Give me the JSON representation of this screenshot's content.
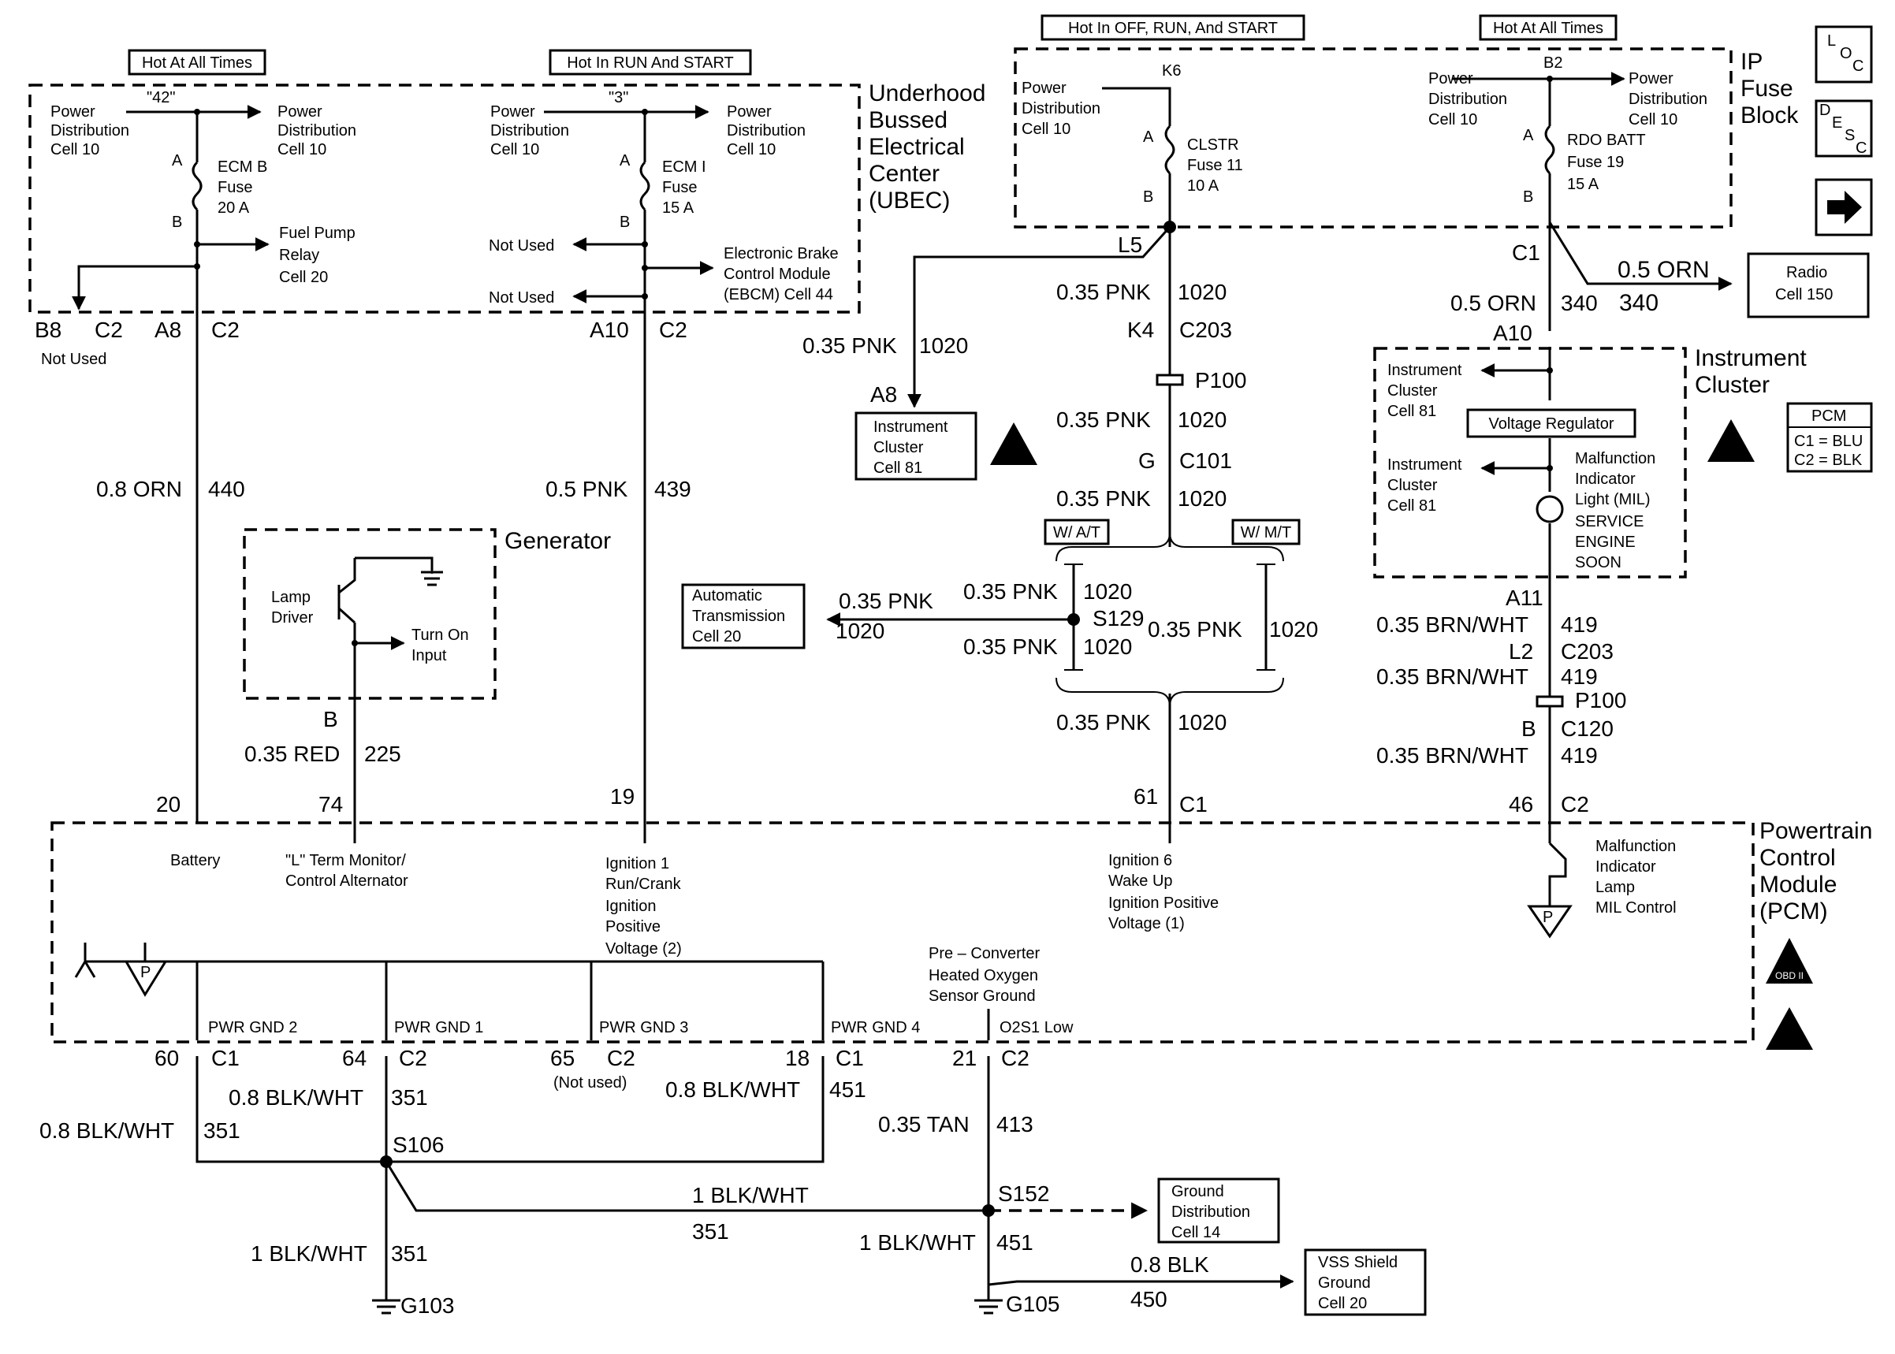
{
  "headers": {
    "ecmb": "Hot At All Times",
    "ecmi": "Hot In RUN And START",
    "clstr": "Hot In OFF, RUN, And START",
    "rdo": "Hot At All Times"
  },
  "ubec": {
    "title_lines": [
      "Underhood",
      "Bussed",
      "Electrical",
      "Center",
      "(UBEC)"
    ]
  },
  "ipfb": {
    "title_lines": [
      "IP",
      "Fuse",
      "Block"
    ]
  },
  "nav": {
    "loc": [
      "L",
      "O",
      "C"
    ],
    "desc": [
      "D",
      "E",
      "S",
      "C"
    ],
    "next_glyph": "➡"
  },
  "ecmb": {
    "splice": "\"42\"",
    "pd_left": [
      "Power",
      "Distribution",
      "Cell 10"
    ],
    "pd_right": [
      "Power",
      "Distribution",
      "Cell 10"
    ],
    "pin_a": "A",
    "pin_b": "B",
    "fuse": [
      "ECM B",
      "Fuse",
      "20 A"
    ],
    "relay": [
      "Fuel Pump",
      "Relay",
      "Cell 20"
    ],
    "b8": "B8",
    "b8_c2": "C2",
    "b8_note": "Not Used",
    "a8": "A8",
    "a8_c2": "C2",
    "wire": "0.8 ORN",
    "circuit": "440"
  },
  "ecmi": {
    "splice": "\"3\"",
    "pd_left": [
      "Power",
      "Distribution",
      "Cell 10"
    ],
    "pd_right": [
      "Power",
      "Distribution",
      "Cell 10"
    ],
    "pin_a": "A",
    "pin_b": "B",
    "fuse": [
      "ECM I",
      "Fuse",
      "15 A"
    ],
    "not_used_1": "Not Used",
    "not_used_2": "Not Used",
    "ebcm": [
      "Electronic Brake",
      "Control Module",
      "(EBCM) Cell 44"
    ],
    "a10": "A10",
    "a10_c2": "C2",
    "wire": "0.5 PNK",
    "circuit": "439"
  },
  "generator": {
    "title": "Generator",
    "lamp": [
      "Lamp",
      "Driver"
    ],
    "turn_on": [
      "Turn On",
      "Input"
    ],
    "pin": "B",
    "wire": "0.35 RED",
    "circuit": "225"
  },
  "clstr": {
    "pd": [
      "Power",
      "Distribution",
      "Cell 10"
    ],
    "k6": "K6",
    "pin_a": "A",
    "pin_b": "B",
    "fuse": [
      "CLSTR",
      "Fuse 11",
      "10 A"
    ],
    "l5": "L5",
    "wire1": "0.35 PNK",
    "circuit1": "1020",
    "k4": "K4",
    "c203": "C203",
    "p100": "P100",
    "wire2": "0.35 PNK",
    "circuit2": "1020",
    "g": "G",
    "c101": "C101",
    "wire3": "0.35 PNK",
    "circuit3": "1020",
    "branch_wire": "0.35 PNK",
    "branch_circuit": "1020",
    "a8": "A8",
    "ic": [
      "Instrument",
      "Cluster",
      "Cell 81"
    ],
    "wat": "W/ A/T",
    "wmt": "W/ M/T",
    "s129": "S129",
    "at_top_wire": "0.35 PNK",
    "at_top_circuit": "1020",
    "at_bot_wire": "0.35 PNK",
    "at_bot_circuit": "1020",
    "mt_wire": "0.35 PNK",
    "mt_circuit": "1020",
    "trans_wire": "0.35 PNK",
    "trans_circuit": "1020",
    "trans": [
      "Automatic",
      "Transmission",
      "Cell 20"
    ],
    "low_wire": "0.35 PNK",
    "low_circuit": "1020"
  },
  "rdo": {
    "b2": "B2",
    "pd_left": [
      "Power",
      "Distribution",
      "Cell 10"
    ],
    "pd_right": [
      "Power",
      "Distribution",
      "Cell 10"
    ],
    "pin_a": "A",
    "pin_b": "B",
    "fuse": [
      "RDO BATT",
      "Fuse 19",
      "15 A"
    ],
    "c1": "C1",
    "radio_wire": "0.5 ORN",
    "radio_circuit": "340",
    "radio": [
      "Radio",
      "Cell 150"
    ],
    "wire": "0.5 ORN",
    "circuit": "340",
    "a10": "A10"
  },
  "cluster": {
    "title": [
      "Instrument",
      "Cluster"
    ],
    "ic1": [
      "Instrument",
      "Cluster",
      "Cell 81"
    ],
    "vr": "Voltage Regulator",
    "ic2": [
      "Instrument",
      "Cluster",
      "Cell 81"
    ],
    "mil": [
      "Malfunction",
      "Indicator",
      "Light (MIL)",
      "SERVICE",
      "ENGINE",
      "SOON"
    ],
    "a11": "A11",
    "wire1": "0.35 BRN/WHT",
    "circuit1": "419",
    "l2": "L2",
    "c203": "C203",
    "wire2": "0.35 BRN/WHT",
    "circuit2": "419",
    "p100": "P100",
    "b": "B",
    "c120": "C120",
    "wire3": "0.35 BRN/WHT",
    "circuit3": "419"
  },
  "pcm_legend": {
    "title": "PCM",
    "c1": "C1 = BLU",
    "c2": "C2 = BLK"
  },
  "pcm": {
    "title": [
      "Powertrain",
      "Control",
      "Module",
      "(PCM)"
    ],
    "obd": "OBD II",
    "pin20": "20",
    "pin74": "74",
    "pin19": "19",
    "pin61": "61",
    "c1": "C1",
    "pin46": "46",
    "c2": "C2",
    "battery": "Battery",
    "lterm": [
      "\"L\" Term Monitor/",
      "Control Alternator"
    ],
    "ign1": [
      "Ignition 1",
      "Run/Crank",
      "Ignition",
      "Positive",
      "Voltage (2)"
    ],
    "ign6": [
      "Ignition 6",
      "Wake Up",
      "Ignition Positive",
      "Voltage (1)"
    ],
    "mil": [
      "Malfunction",
      "Indicator",
      "Lamp",
      "MIL Control"
    ],
    "preconv": [
      "Pre – Converter",
      "Heated Oxygen",
      "Sensor Ground"
    ],
    "pwr2": "PWR GND 2",
    "pwr1": "PWR GND 1",
    "pwr3": "PWR GND 3",
    "pwr4": "PWR GND 4",
    "o2s1": "O2S1 Low",
    "p_label": "P"
  },
  "grounds": {
    "pin60": "60",
    "pin60_c": "C1",
    "pin64": "64",
    "pin64_c": "C2",
    "pin65": "65",
    "pin65_c": "C2",
    "pin65_note": "(Not used)",
    "pin18": "18",
    "pin18_c": "C1",
    "pin21": "21",
    "pin21_c": "C2",
    "w60": "0.8 BLK/WHT",
    "c60": "351",
    "w64": "0.8 BLK/WHT",
    "c64": "351",
    "w18": "0.8 BLK/WHT",
    "c18": "451",
    "w21": "0.35 TAN",
    "c21": "413",
    "s106": "S106",
    "s152": "S152",
    "mid_wire": "1 BLK/WHT",
    "mid_circuit": "351",
    "g103_wire": "1 BLK/WHT",
    "g103_circuit": "351",
    "g105_wire": "1 BLK/WHT",
    "g105_circuit": "451",
    "g103": "G103",
    "g105": "G105",
    "gd": [
      "Ground",
      "Distribution",
      "Cell 14"
    ],
    "vss_wire": "0.8 BLK",
    "vss_circuit": "450",
    "vss": [
      "VSS Shield",
      "Ground",
      "Cell 20"
    ]
  }
}
